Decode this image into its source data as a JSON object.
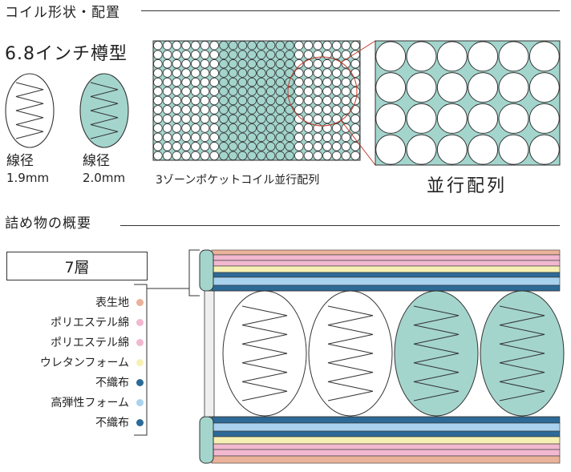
{
  "coil_section": {
    "title": "コイル形状・配置",
    "coil_type": "6.8インチ樽型",
    "coils": [
      {
        "label": "線径",
        "value": "1.9mm",
        "color": "#ffffff"
      },
      {
        "label": "線径",
        "value": "2.0mm",
        "color": "#a3d5cd"
      }
    ],
    "arrangement_caption": "3ゾーンポケットコイル並行配列",
    "zoom_caption": "並行配列"
  },
  "filling_section": {
    "title": "詰め物の概要",
    "layer_count_label": "7層",
    "layers": [
      {
        "name": "表生地",
        "color": "#eab29a"
      },
      {
        "name": "ポリエステル綿",
        "color": "#f2b8cf"
      },
      {
        "name": "ポリエステル綿",
        "color": "#f2b8cf"
      },
      {
        "name": "ウレタンフォーム",
        "color": "#f7f0b4"
      },
      {
        "name": "不織布",
        "color": "#2d6a97"
      },
      {
        "name": "高弾性フォーム",
        "color": "#a9d2ef"
      },
      {
        "name": "不織布",
        "color": "#2d6a97"
      }
    ]
  },
  "colors": {
    "teal": "#a3d5cd",
    "accent_red": "#c0392b",
    "line": "#333333"
  }
}
